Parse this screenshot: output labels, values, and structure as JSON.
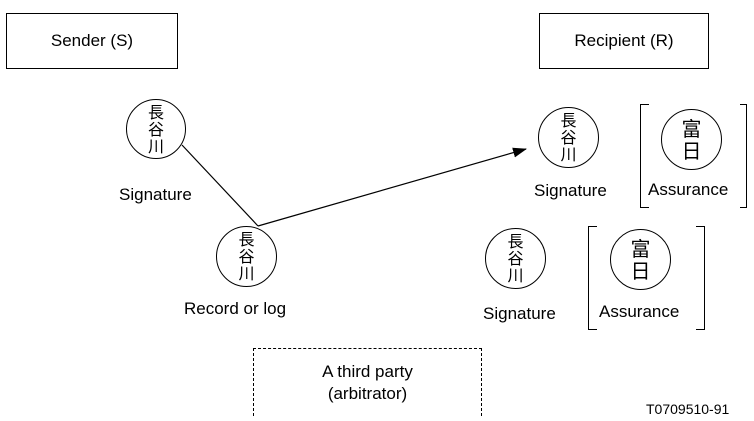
{
  "sender_label": "Sender (S)",
  "recipient_label": "Recipient (R)",
  "third_party": {
    "line1": "A third party",
    "line2": "(arbitrator)"
  },
  "labels": {
    "sender_signature": "Signature",
    "record_or_log": "Record or log",
    "recipient_signature": "Signature",
    "recipient_assurance": "Assurance",
    "lower_signature": "Signature",
    "lower_assurance": "Assurance"
  },
  "seals": {
    "signature_seal": [
      "長",
      "谷",
      "川"
    ],
    "assurance_seal": [
      "富",
      "日"
    ]
  },
  "figure_ref": "T0709510-91"
}
